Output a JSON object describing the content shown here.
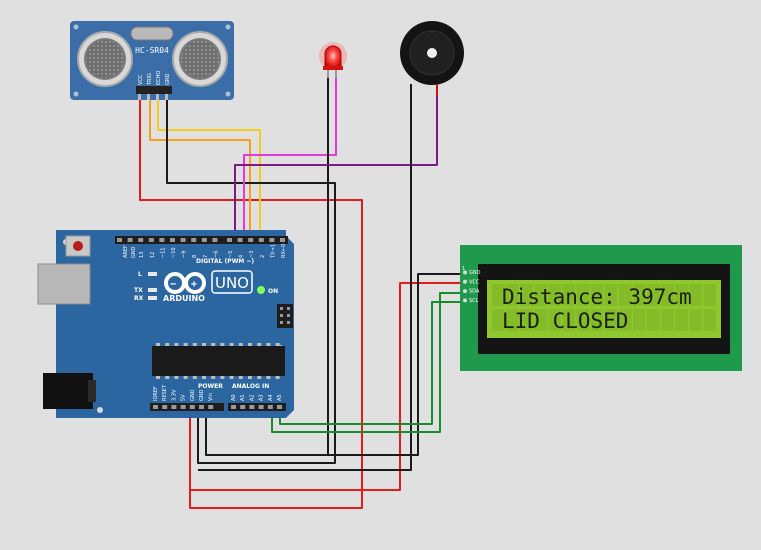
{
  "colors": {
    "background": "#e0e0e0",
    "arduino": "#2b66a1",
    "lcd_board": "#1f9a4d",
    "lcd_screen": "#8fc72e",
    "sensor": "#3b6ea8",
    "wire_red": "#e21c1c",
    "wire_black": "#1a1a1a",
    "wire_orange": "#f5a21a",
    "wire_yellow": "#f2cd19",
    "wire_pink": "#e43ad8",
    "wire_purple": "#7b1c86",
    "wire_green": "#168c2a"
  },
  "sensor": {
    "model": "HC-SR04",
    "pins": [
      "VCC",
      "TRIG",
      "ECHO",
      "GND"
    ]
  },
  "led": {
    "color": "red"
  },
  "buzzer": {
    "type": "piezo"
  },
  "arduino": {
    "logo": "ARDUINO",
    "model": "UNO",
    "on_label": "ON",
    "l_label": "L",
    "tx_label": "TX",
    "rx_label": "RX",
    "aref": "AREF",
    "gnd": "GND",
    "digital_header": "DIGITAL (PWM ~)",
    "digital_pins": [
      "13",
      "12",
      "~11",
      "~10",
      "~9",
      "8",
      "7",
      "~6",
      "~5",
      "4",
      "~3",
      "2",
      "TX→1",
      "RX←0"
    ],
    "power_header": "POWER",
    "power_pins": [
      "IOREF",
      "RESET",
      "3.3V",
      "5V",
      "GND",
      "GND",
      "Vin"
    ],
    "analog_header": "ANALOG IN",
    "analog_pins": [
      "A0",
      "A1",
      "A2",
      "A3",
      "A4",
      "A5"
    ]
  },
  "lcd": {
    "pins": [
      "GND",
      "VCC",
      "SDA",
      "SCL"
    ],
    "line1": "Distance: 397cm",
    "line2": "LID CLOSED"
  }
}
